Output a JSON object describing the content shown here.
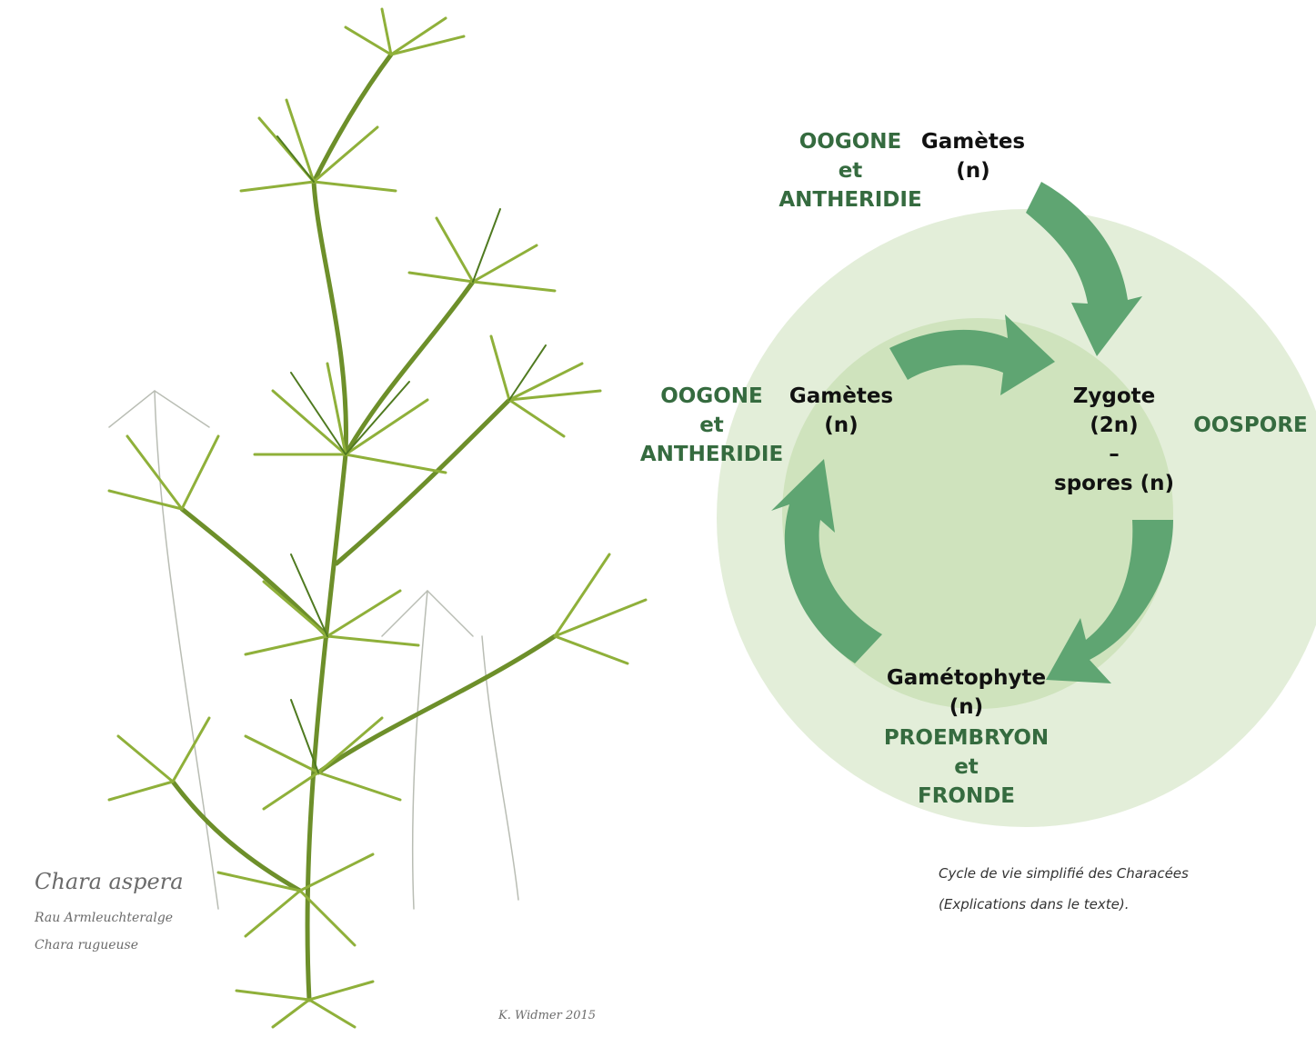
{
  "illustration": {
    "species_title": "Chara aspera",
    "note_line1": "Rau Armleuchteralge",
    "note_line2": "Chara rugueuse",
    "signature": "K. Widmer 2015"
  },
  "diagram": {
    "top": {
      "names": [
        "OOGONE",
        "et",
        "ANTHERIDIE"
      ],
      "stage": [
        "Gamètes",
        "(n)"
      ]
    },
    "left": {
      "names": [
        "OOGONE",
        "et",
        "ANTHERIDIE"
      ],
      "stage": [
        "Gamètes",
        "(n)"
      ]
    },
    "right": {
      "stage": [
        "Zygote",
        "(2n)",
        "–",
        "spores (n)"
      ],
      "name": "OOSPORE"
    },
    "bottom": {
      "stage": [
        "Gamétophyte",
        "(n)"
      ],
      "names": [
        "PROEMBRYON",
        "et",
        "FRONDE"
      ]
    },
    "colors": {
      "outer_circle": "#e3eed9",
      "inner_circle": "#cfe3bd",
      "arrows": "#5fa572",
      "label_green": "#356b3f",
      "label_dark": "#111111"
    }
  },
  "caption": {
    "line1": "Cycle de vie simplifié des Characées",
    "line2": "(Explications dans le texte)."
  }
}
